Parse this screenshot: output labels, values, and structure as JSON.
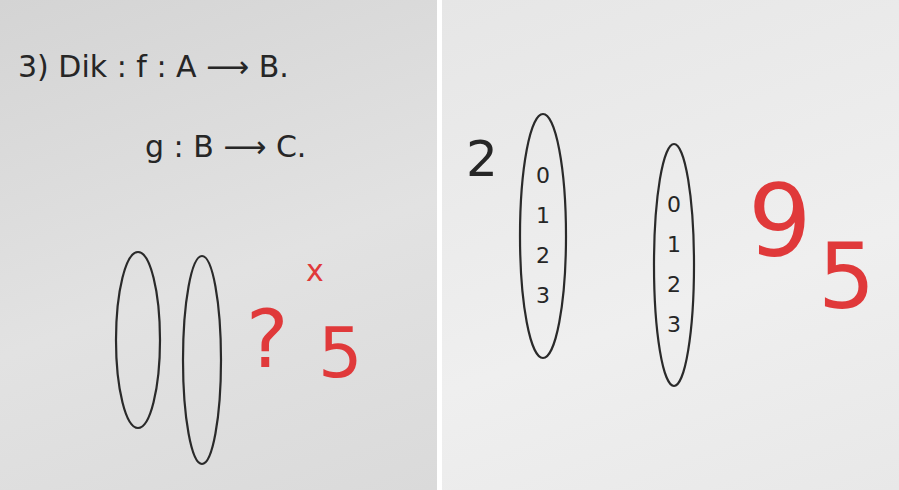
{
  "diagram": {
    "nodes": [
      {
        "text": [
          "0",
          "1",
          "2",
          "3"
        ]
      },
      {
        "text": [
          "0",
          "1",
          "2",
          "3"
        ]
      }
    ],
    "labels": [
      "3) Dik : f : A ⟶ B.",
      "g : B ⟶ C.",
      "?",
      "x",
      "5",
      "2",
      "9",
      "5"
    ]
  }
}
